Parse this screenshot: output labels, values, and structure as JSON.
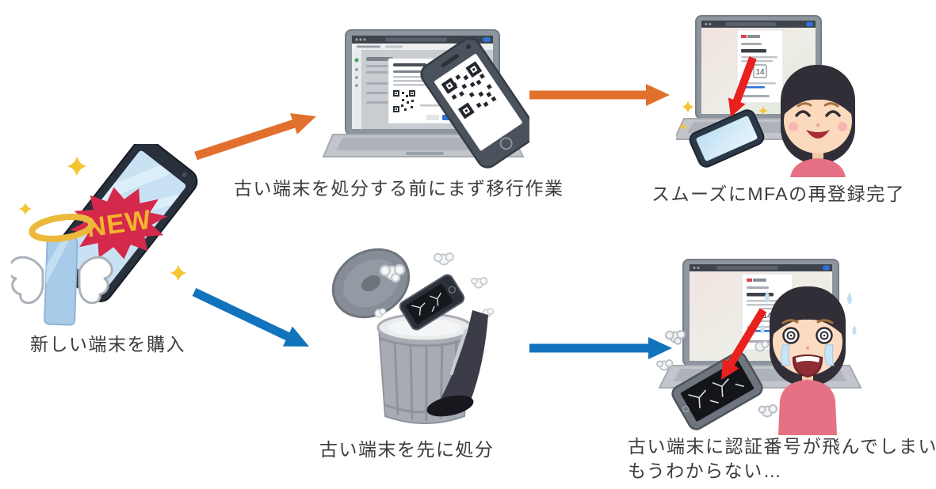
{
  "captions": {
    "purchase": "新しい端末を購入",
    "migrate_before_dispose": "古い端末を処分する前にまず移行作業",
    "smooth_mfa_done": "スムーズにMFAの再登録完了",
    "dispose_first": "古い端末を先に処分",
    "code_lost_line1": "古い端末に認証番号が飛んでしまい",
    "code_lost_line2": "もうわからない…"
  },
  "illustrations": {
    "new_phone_badge": "NEW",
    "signin_screen_number": "14"
  },
  "colors": {
    "success_path_arrow": "#E2702D",
    "failure_path_arrow": "#1273BD",
    "screen_pointer_arrow": "#E8201E",
    "caption_text": "#3C3C3C",
    "background": "#FFFFFF"
  }
}
